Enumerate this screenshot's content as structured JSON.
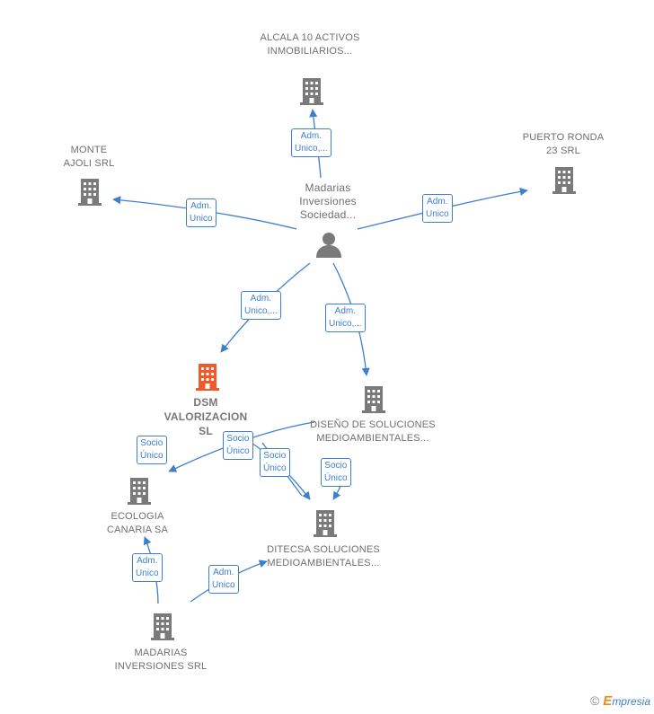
{
  "nodes": {
    "alcala": {
      "label": "ALCALA 10 ACTIVOS INMOBILIARIOS..."
    },
    "monte_ajoli": {
      "label": "MONTE AJOLI SRL"
    },
    "puerto_ronda": {
      "label": "PUERTO RONDA 23 SRL"
    },
    "madarias_sociedad": {
      "label": "Madarias Inversiones Sociedad..."
    },
    "dsm": {
      "label": "DSM VALORIZACION SL"
    },
    "diseno": {
      "label": "DISEÑO DE SOLUCIONES MEDIOAMBIENTALES..."
    },
    "ecologia": {
      "label": "ECOLOGIA CANARIA SA"
    },
    "ditecsa": {
      "label": "DITECSA SOLUCIONES MEDIOAMBIENTALES..."
    },
    "madarias_srl": {
      "label": "MADARIAS INVERSIONES SRL"
    }
  },
  "edges": {
    "e1": {
      "line1": "Adm.",
      "line2": "Unico,..."
    },
    "e2": {
      "line1": "Adm.",
      "line2": "Unico"
    },
    "e3": {
      "line1": "Adm.",
      "line2": "Unico"
    },
    "e4": {
      "line1": "Adm.",
      "line2": "Unico,..."
    },
    "e5": {
      "line1": "Adm.",
      "line2": "Unico,..."
    },
    "e6": {
      "line1": "Socio",
      "line2": "Único"
    },
    "e7": {
      "line1": "Socio",
      "line2": "Único"
    },
    "e8": {
      "line1": "Socio",
      "line2": "Único"
    },
    "e9": {
      "line1": "Socio",
      "line2": "Único"
    },
    "e10": {
      "line1": "Adm.",
      "line2": "Unico"
    },
    "e11": {
      "line1": "Adm.",
      "line2": "Unico"
    }
  },
  "colors": {
    "edge": "#3d7fcf",
    "building": "#7a7a7a",
    "focus_building": "#f05a28",
    "text": "#6f6f6f"
  },
  "footer": {
    "copyright": "©",
    "brand_initial": "E",
    "brand_rest": "mpresia"
  }
}
